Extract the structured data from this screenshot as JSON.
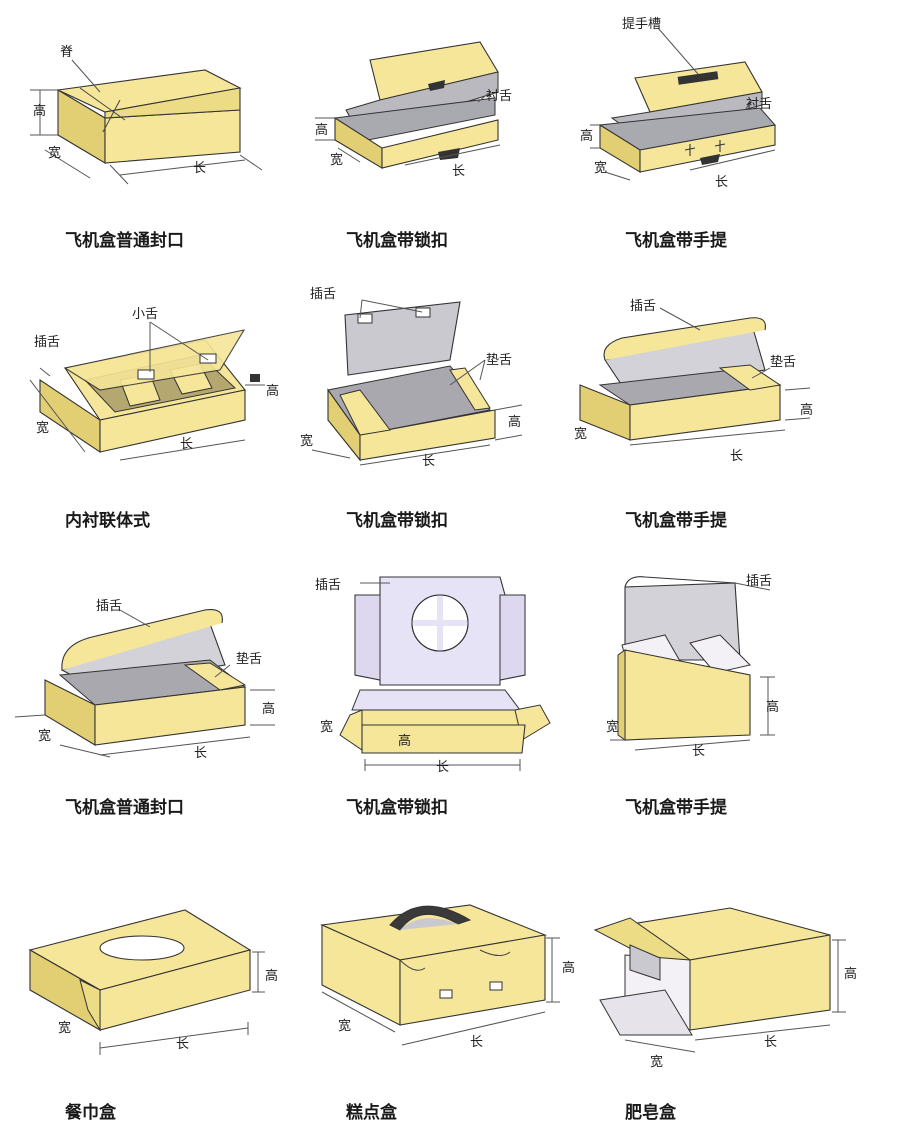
{
  "colors": {
    "kraft": "#f6e69a",
    "kraft_dark": "#e2cf74",
    "edge": "#b89a3c",
    "inner": "#c8c8cc",
    "inner_dark": "#9a9aa0",
    "lilac": "#e7e3f7",
    "outline": "#333333"
  },
  "items": [
    {
      "caption": "飞机盒普通封口",
      "labels": {
        "ji": "脊",
        "gao": "高",
        "kuan": "宽",
        "chang": "长"
      }
    },
    {
      "caption": "飞机盒带锁扣",
      "labels": {
        "chenshe": "衬舌",
        "gao": "高",
        "kuan": "宽",
        "chang": "长"
      }
    },
    {
      "caption": "飞机盒带手提",
      "labels": {
        "tishoucao": "提手槽",
        "chenshe": "衬舌",
        "gao": "高",
        "kuan": "宽",
        "chang": "长"
      }
    },
    {
      "caption": "内衬联体式",
      "labels": {
        "xiaoshe": "小舌",
        "chashe": "插舌",
        "gao": "高",
        "kuan": "宽",
        "chang": "长"
      }
    },
    {
      "caption": "飞机盒带锁扣",
      "labels": {
        "chashe": "插舌",
        "dianshe": "垫舌",
        "gao": "高",
        "kuan": "宽",
        "chang": "长"
      }
    },
    {
      "caption": "飞机盒带手提",
      "labels": {
        "chashe": "插舌",
        "dianshe": "垫舌",
        "gao": "高",
        "kuan": "宽",
        "chang": "长"
      }
    },
    {
      "caption": "飞机盒普通封口",
      "labels": {
        "chashe": "插舌",
        "dianshe": "垫舌",
        "gao": "高",
        "kuan": "宽",
        "chang": "长"
      }
    },
    {
      "caption": "飞机盒带锁扣",
      "labels": {
        "chashe": "插舌",
        "gao": "高",
        "kuan": "宽",
        "chang": "长"
      }
    },
    {
      "caption": "飞机盒带手提",
      "labels": {
        "chashe": "插舌",
        "gao": "高",
        "kuan": "宽",
        "chang": "长"
      }
    },
    {
      "caption": "餐巾盒",
      "labels": {
        "gao": "高",
        "kuan": "宽",
        "chang": "长"
      }
    },
    {
      "caption": "糕点盒",
      "labels": {
        "gao": "高",
        "kuan": "宽",
        "chang": "长"
      }
    },
    {
      "caption": "肥皂盒",
      "labels": {
        "gao": "高",
        "kuan": "宽",
        "chang": "长"
      }
    }
  ]
}
